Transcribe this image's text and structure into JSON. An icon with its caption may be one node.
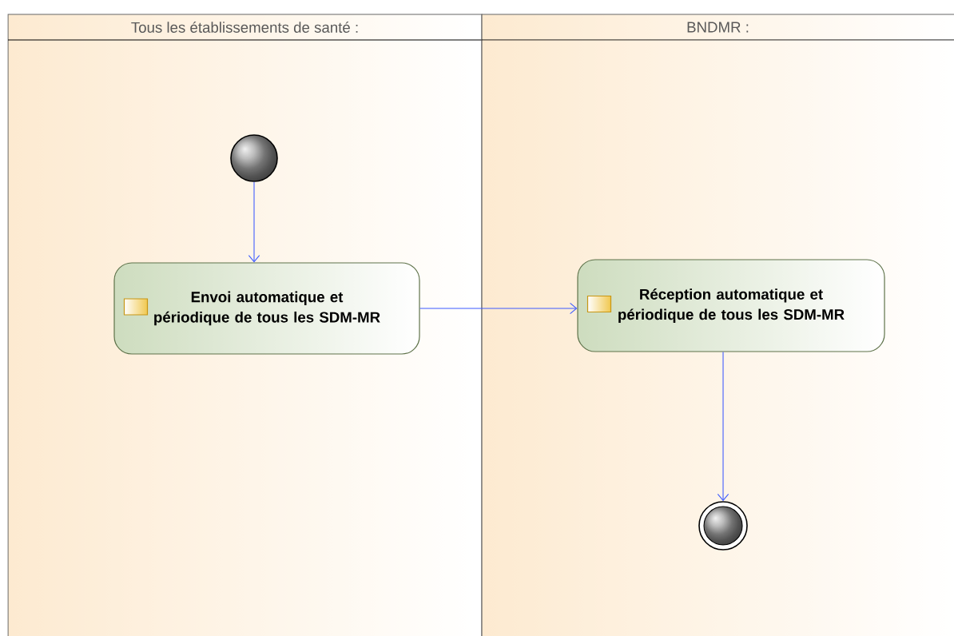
{
  "diagram": {
    "nodes": [
      {
        "text": [
          "Tous les établissements de santé :"
        ]
      },
      {
        "text": [
          "BNDMR :"
        ]
      },
      {
        "text": [],
        "shape": "circle",
        "in": 0
      },
      {
        "text": [
          "Envoi automatique et périodique de tous les SDM-MR"
        ],
        "in": 0
      },
      {
        "text": [
          "Réception automatique et périodique de tous les SDM-MR"
        ],
        "in": 1
      },
      {
        "text": [],
        "shape": "circle",
        "in": 1
      }
    ],
    "edges": [
      {
        "from": 2,
        "to": 3,
        "arrow": "to"
      },
      {
        "from": 3,
        "to": 4,
        "arrow": "to"
      },
      {
        "from": 4,
        "to": 5,
        "arrow": "to"
      }
    ]
  }
}
